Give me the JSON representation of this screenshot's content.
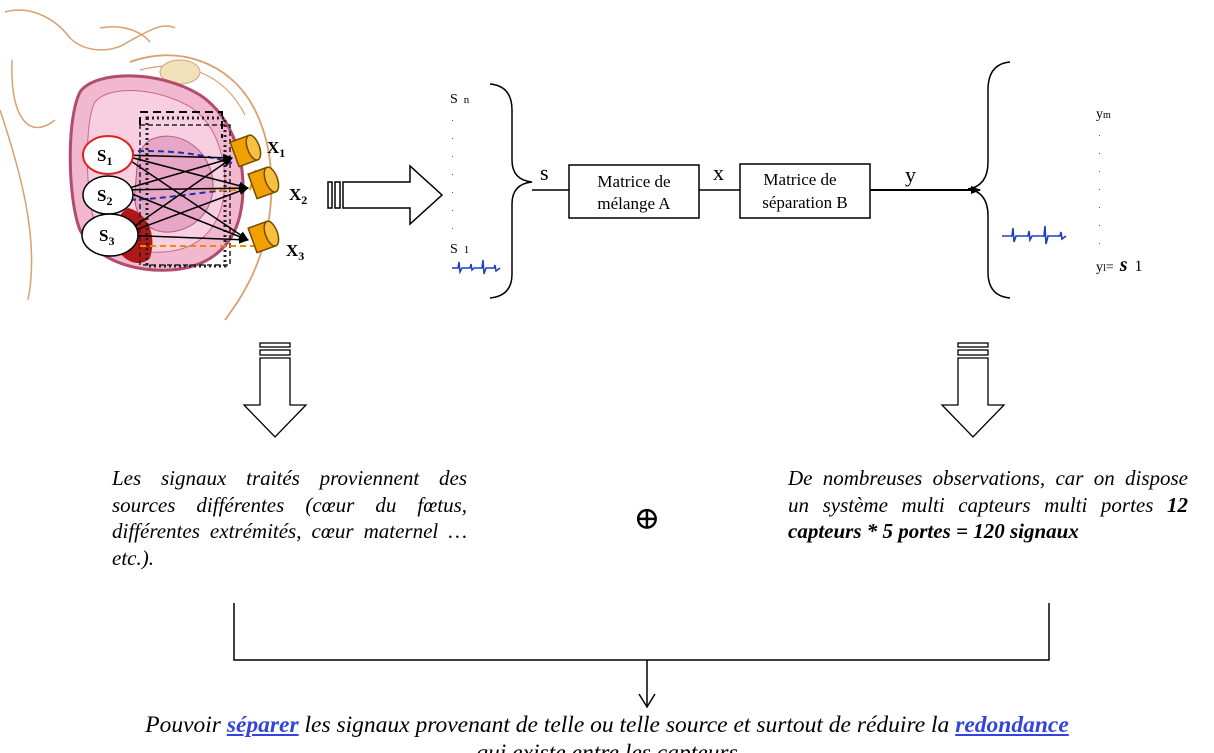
{
  "sources": [
    "S",
    "S",
    "S"
  ],
  "source_subscripts": [
    "1",
    "2",
    "3"
  ],
  "sensors": [
    "X",
    "X",
    "X"
  ],
  "sensor_subscripts": [
    "1",
    "2",
    "3"
  ],
  "input_vector": {
    "top_label": "S",
    "top_sub": "n",
    "bottom_label": "S",
    "bottom_sub": "1",
    "symbol": "s"
  },
  "mixing_matrix": {
    "line1": "Matrice de",
    "line2": "mélange A"
  },
  "separation_matrix": {
    "line1": "Matrice de",
    "line2": "séparation B"
  },
  "mixed_signal_label": "x",
  "output_label": "y",
  "output_vector": {
    "top_label": "y",
    "top_sub": "m",
    "bottom_prefix": "y",
    "bottom_sub": "l",
    "bottom_eq": "=",
    "bottom_s": "s",
    "bottom_s_sub": "1"
  },
  "left_text": "Les signaux traités proviennent des sources différentes (cœur du fœtus, différentes extrémités, cœur maternel …etc.).",
  "combine_symbol": "⊕",
  "right_text_plain": "De nombreuses observations, car on dispose un système multi capteurs multi portes ",
  "right_text_bold": "12 capteurs * 5 portes = 120 signaux",
  "conclusion": {
    "part1": "Pouvoir ",
    "link1": "séparer",
    "part2": " les signaux provenant de telle ou telle source et surtout de réduire la ",
    "link2": "redondance",
    "line2": "qui existe entre les capteurs"
  },
  "colors": {
    "signal_blue": "#1e3fbf",
    "sensor_orange": "#f0a000",
    "uterus_pink": "#f2b8d0",
    "source1_ring": "#e02020",
    "link_blue": "#3344dd"
  }
}
